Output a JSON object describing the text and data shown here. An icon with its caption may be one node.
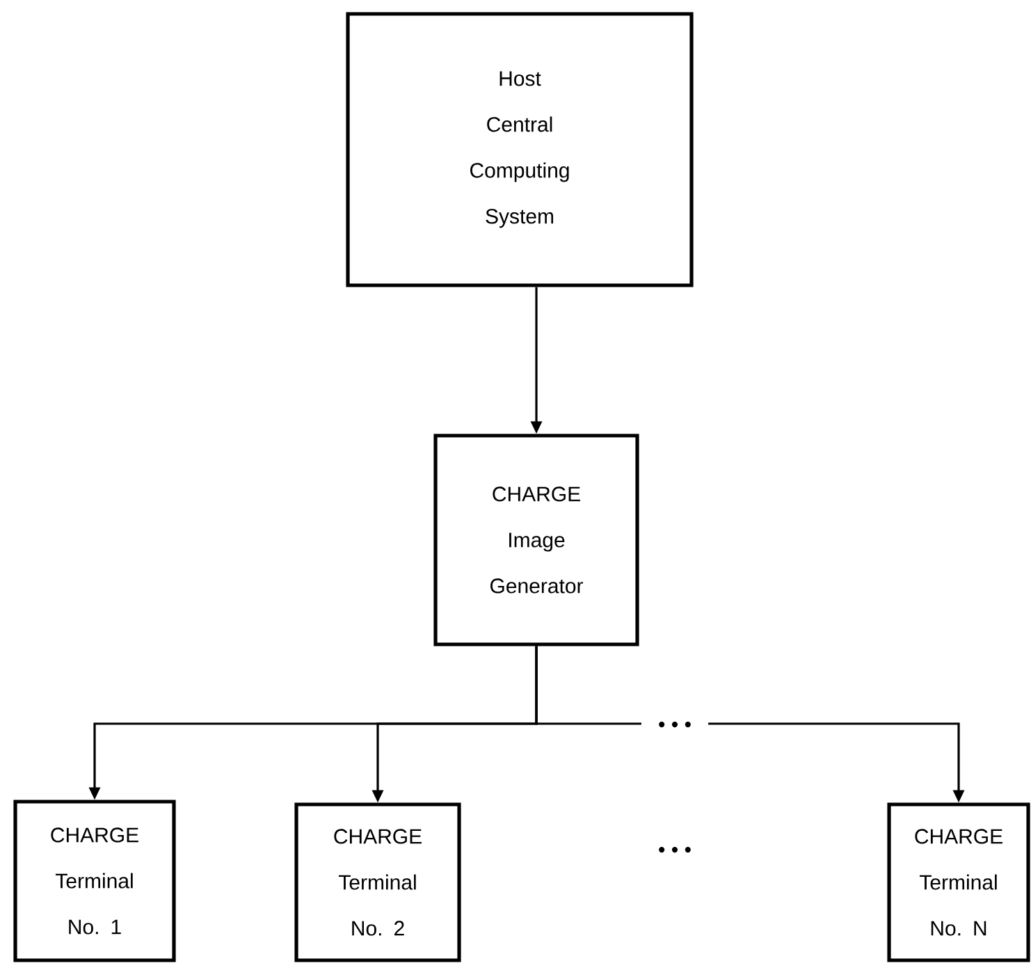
{
  "diagram": {
    "nodes": [
      {
        "text": [
          "Host Central Computing System"
        ]
      },
      {
        "text": [
          "CHARGE Image Generator"
        ]
      },
      {
        "text": [
          "CHARGE Terminal No. 1"
        ]
      },
      {
        "text": [
          "CHARGE Terminal No. 2"
        ]
      },
      {
        "text": [
          "CHARGE Terminal No. N"
        ]
      }
    ],
    "edges": [
      {
        "from": 0,
        "to": 1,
        "arrow": "to"
      },
      {
        "from": 1,
        "to": 2,
        "arrow": "to"
      },
      {
        "from": 1,
        "to": 3,
        "arrow": "to"
      },
      {
        "from": 1,
        "to": 4,
        "arrow": "to"
      }
    ],
    "labels": [
      "• • •",
      "• • •"
    ]
  }
}
